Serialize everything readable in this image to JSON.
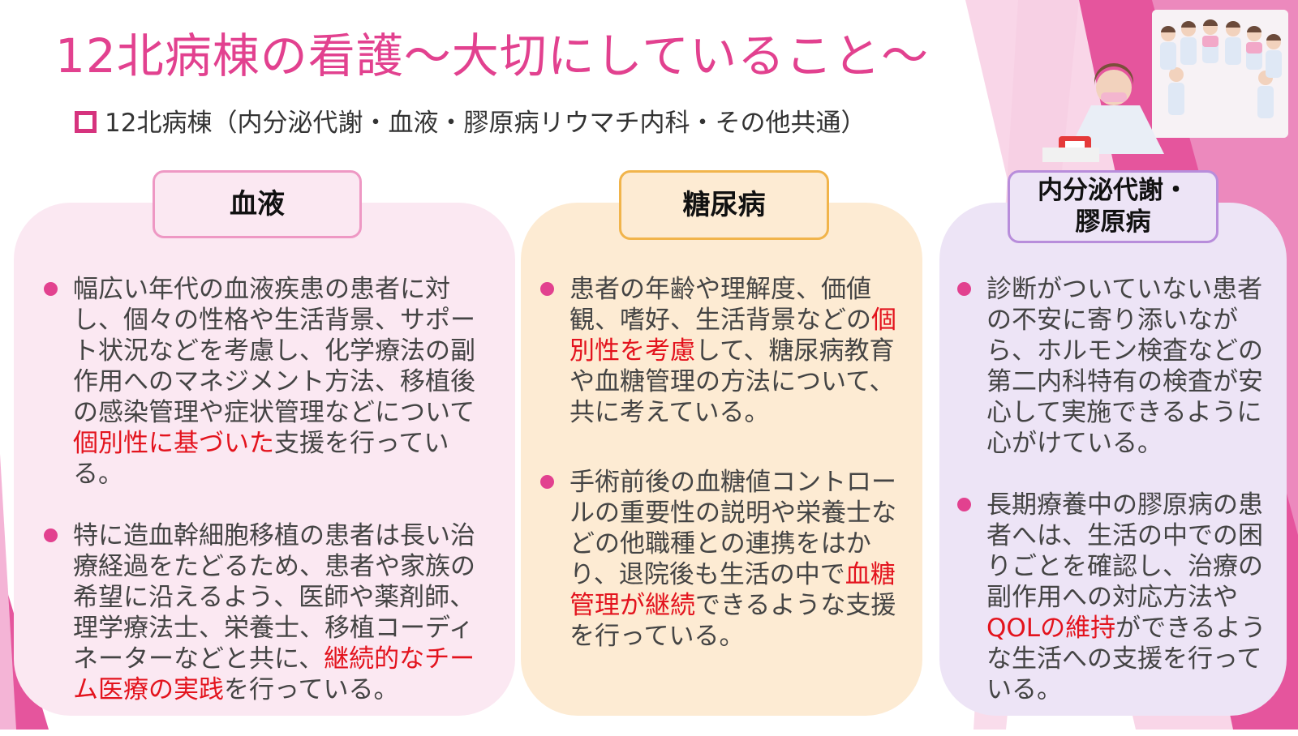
{
  "colors": {
    "title": "#e2418f",
    "accent_red": "#e3131d",
    "bullet": "#e2418f",
    "panel_blood": "#fbe8f2",
    "panel_diabetes": "#fdebd3",
    "panel_endocrine": "#ede4f6"
  },
  "header": {
    "title": "12北病棟の看護～大切にしていること～",
    "subtitle": "12北病棟（内分泌代謝・血液・膠原病リウマチ内科・その他共通）"
  },
  "illustrations": {
    "group_photo": "nurse-group-illustration",
    "nurse_photo": "nurse-with-blood-bag-illustration"
  },
  "sections": {
    "blood": {
      "label": "血液",
      "bullets": [
        {
          "before": "幅広い年代の血液疾患の患者に対し、個々の性格や生活背景、サポート状況などを考慮し、化学療法の副作用へのマネジメント方法、移植後の感染管理や症状管理などについて",
          "highlight": "個別性に基づいた",
          "after": "支援を行っている。"
        },
        {
          "before": "特に造血幹細胞移植の患者は長い治療経過をたどるため、患者や家族の希望に沿えるよう、医師や薬剤師、理学療法士、栄養士、移植コーディネーターなどと共に、",
          "highlight": "継続的なチーム医療の実践",
          "after": "を行っている。"
        }
      ]
    },
    "diabetes": {
      "label": "糖尿病",
      "bullets": [
        {
          "before": "患者の年齢や理解度、価値観、嗜好、生活背景などの",
          "highlight": "個別性を考慮",
          "after": "して、糖尿病教育や血糖管理の方法について、共に考えている。"
        },
        {
          "before": "手術前後の血糖値コントロールの重要性の説明や栄養士などの他職種との連携をはかり、退院後も生活の中で",
          "highlight": "血糖管理が継続",
          "after": "できるような支援を行っている。"
        }
      ]
    },
    "endocrine": {
      "label": "内分泌代謝・膠原病",
      "bullets": [
        {
          "before": "診断がついていない患者の不安に寄り添いながら、ホルモン検査などの第二内科特有の検査が安心して実施できるように心がけている。",
          "highlight": "",
          "after": ""
        },
        {
          "before": "長期療養中の膠原病の患者へは、生活の中での困りごとを確認し、治療の副作用への対応方法や",
          "highlight": "QOLの維持",
          "after": "ができるような生活への支援を行っている。"
        }
      ]
    }
  }
}
